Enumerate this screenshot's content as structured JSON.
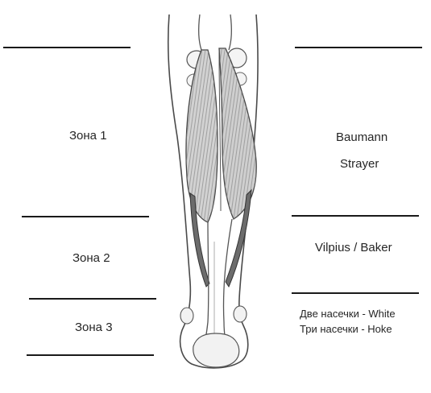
{
  "left_zones": {
    "zone1": "Зона 1",
    "zone2": "Зона 2",
    "zone3": "Зона 3"
  },
  "right_labels": {
    "zone1_a": "Baumann",
    "zone1_b": "Strayer",
    "zone2": "Vilpius / Baker",
    "zone3_a": "Две насечки - White",
    "zone3_b": "Три насечки - Hoke"
  }
}
